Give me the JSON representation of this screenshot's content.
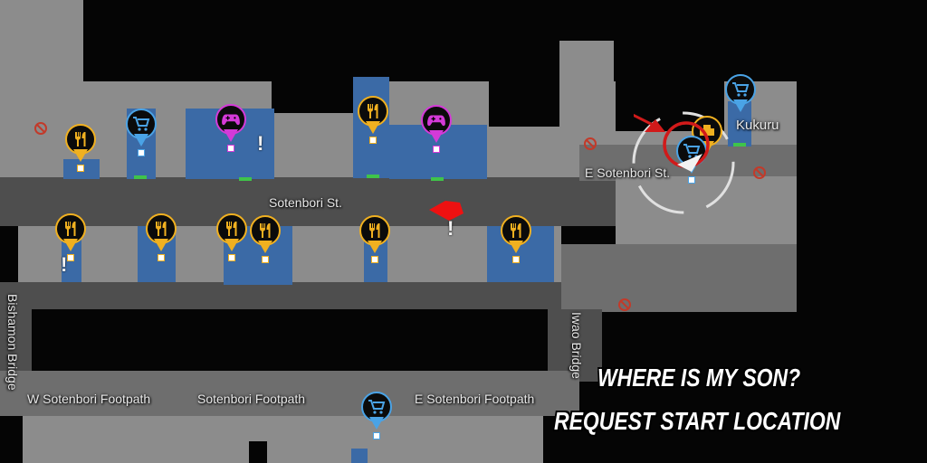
{
  "map": {
    "street_labels": {
      "sotenbori_st": "Sotenbori St.",
      "e_sotenbori_st": "E Sotenbori St.",
      "kukuru": "Kukuru",
      "bishamon_bridge": "Bishamon Bridge",
      "iwao_bridge": "Iwao Bridge",
      "w_sotenbori_footpath": "W Sotenbori Footpath",
      "sotenbori_footpath": "Sotenbori Footpath",
      "e_sotenbori_footpath": "E Sotenbori Footpath"
    },
    "markers": {
      "food_icon": "fork-knife-icon",
      "shop_icon": "cart-icon",
      "game_icon": "gamepad-icon",
      "taxi_icon": "taxi-icon",
      "quest_icon": "exclamation-icon"
    },
    "colors": {
      "food": "#f0b020",
      "shop": "#4aa3e6",
      "game": "#d43ad8",
      "highlight": "#d11a1a",
      "shop_area": "#3b6aa6"
    }
  },
  "overlay": {
    "line1": "Where is my son?",
    "line2": "Request Start Location"
  }
}
